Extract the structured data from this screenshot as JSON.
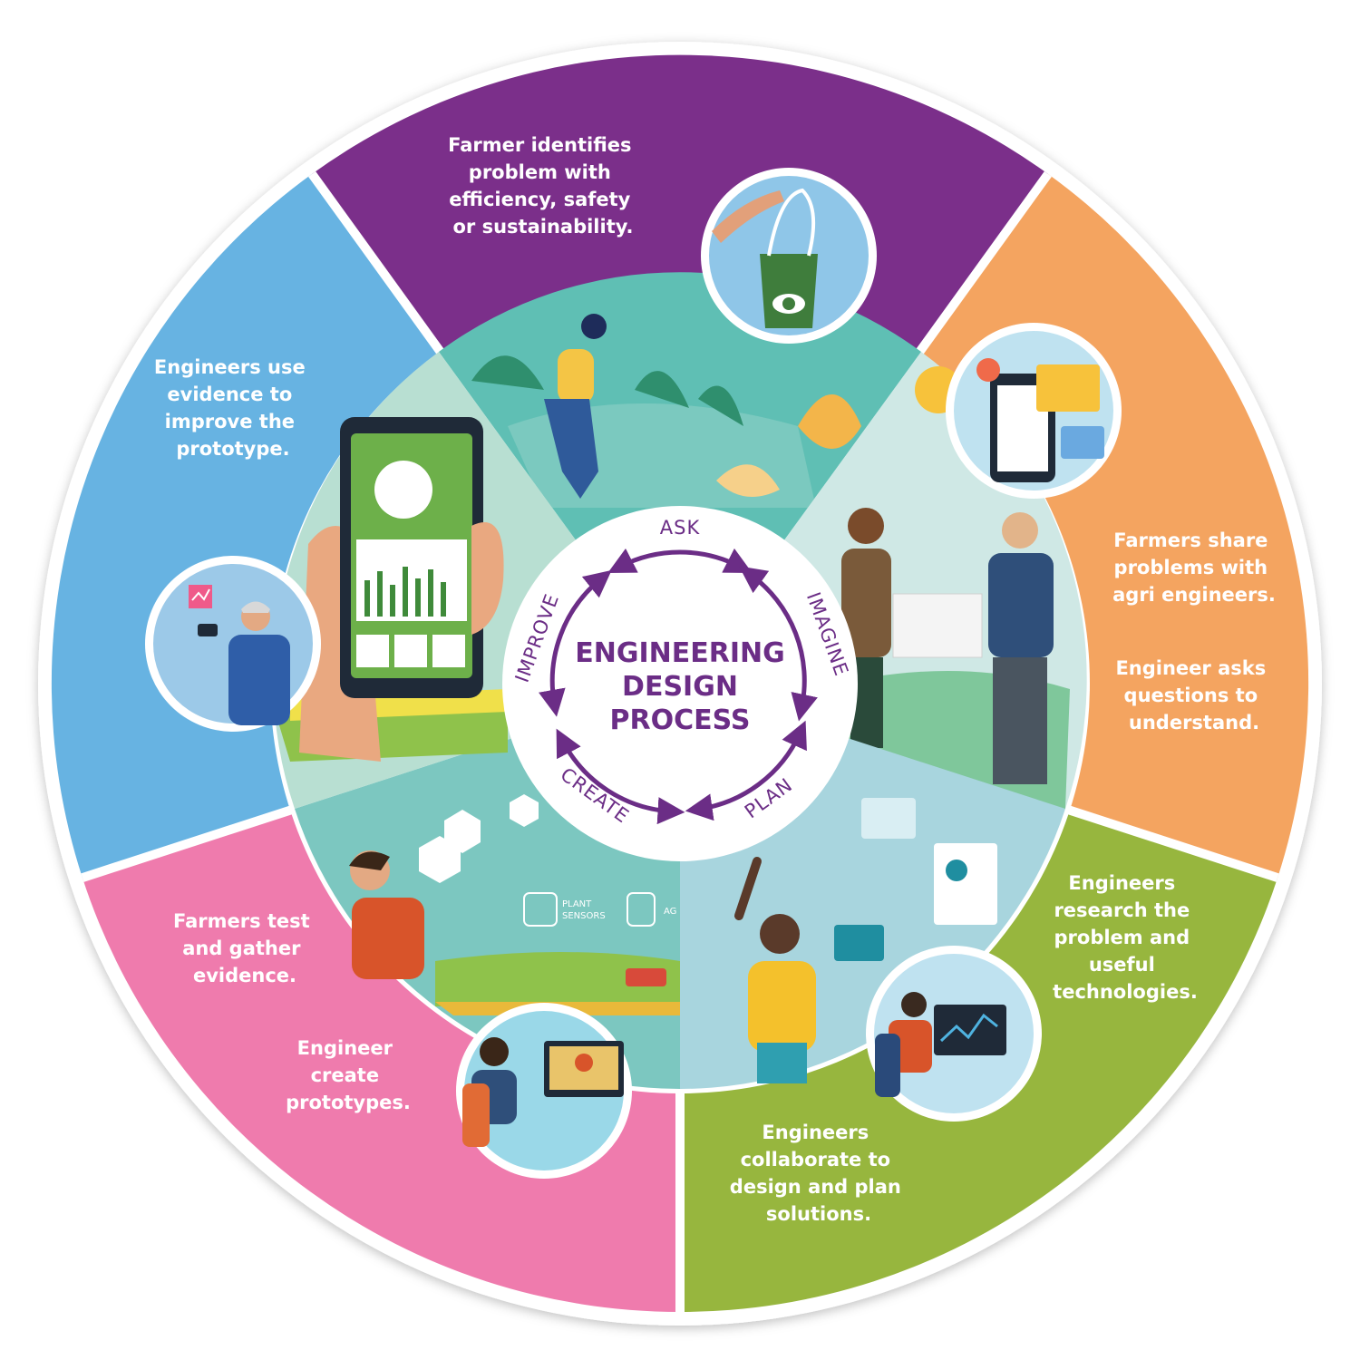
{
  "title": [
    "ENGINEERING",
    "DESIGN",
    "PROCESS"
  ],
  "stages": [
    "ASK",
    "IMAGINE",
    "PLAN",
    "CREATE",
    "IMPROVE"
  ],
  "outer_sections": {
    "ask": [
      "Farmer identifies",
      "problem with",
      "efficiency, safety",
      "or sustainability."
    ],
    "imagine_1": [
      "Farmers share",
      "problems with",
      "agri engineers."
    ],
    "imagine_2": [
      "Engineer asks",
      "questions to",
      "understand."
    ],
    "plan_1": [
      "Engineers",
      "research the",
      "problem and",
      "useful",
      "technologies."
    ],
    "plan_2": [
      "Engineers",
      "collaborate to",
      "design and plan",
      "solutions."
    ],
    "create_1": [
      "Farmers test",
      "and gather",
      "evidence."
    ],
    "create_2": [
      "Engineer",
      "create",
      "prototypes."
    ],
    "improve": [
      "Engineers use",
      "evidence to",
      "improve the",
      "prototype."
    ]
  },
  "illustration_labels": {
    "plant_sensors": [
      "PLANT",
      "SENSORS"
    ],
    "ag_partial": "AG"
  },
  "colors": {
    "purple": "#7b2f8a",
    "orange": "#f4a460",
    "green": "#97b63e",
    "pink": "#ef7bad",
    "blue": "#67b3e2",
    "title": "#6b2d86"
  }
}
